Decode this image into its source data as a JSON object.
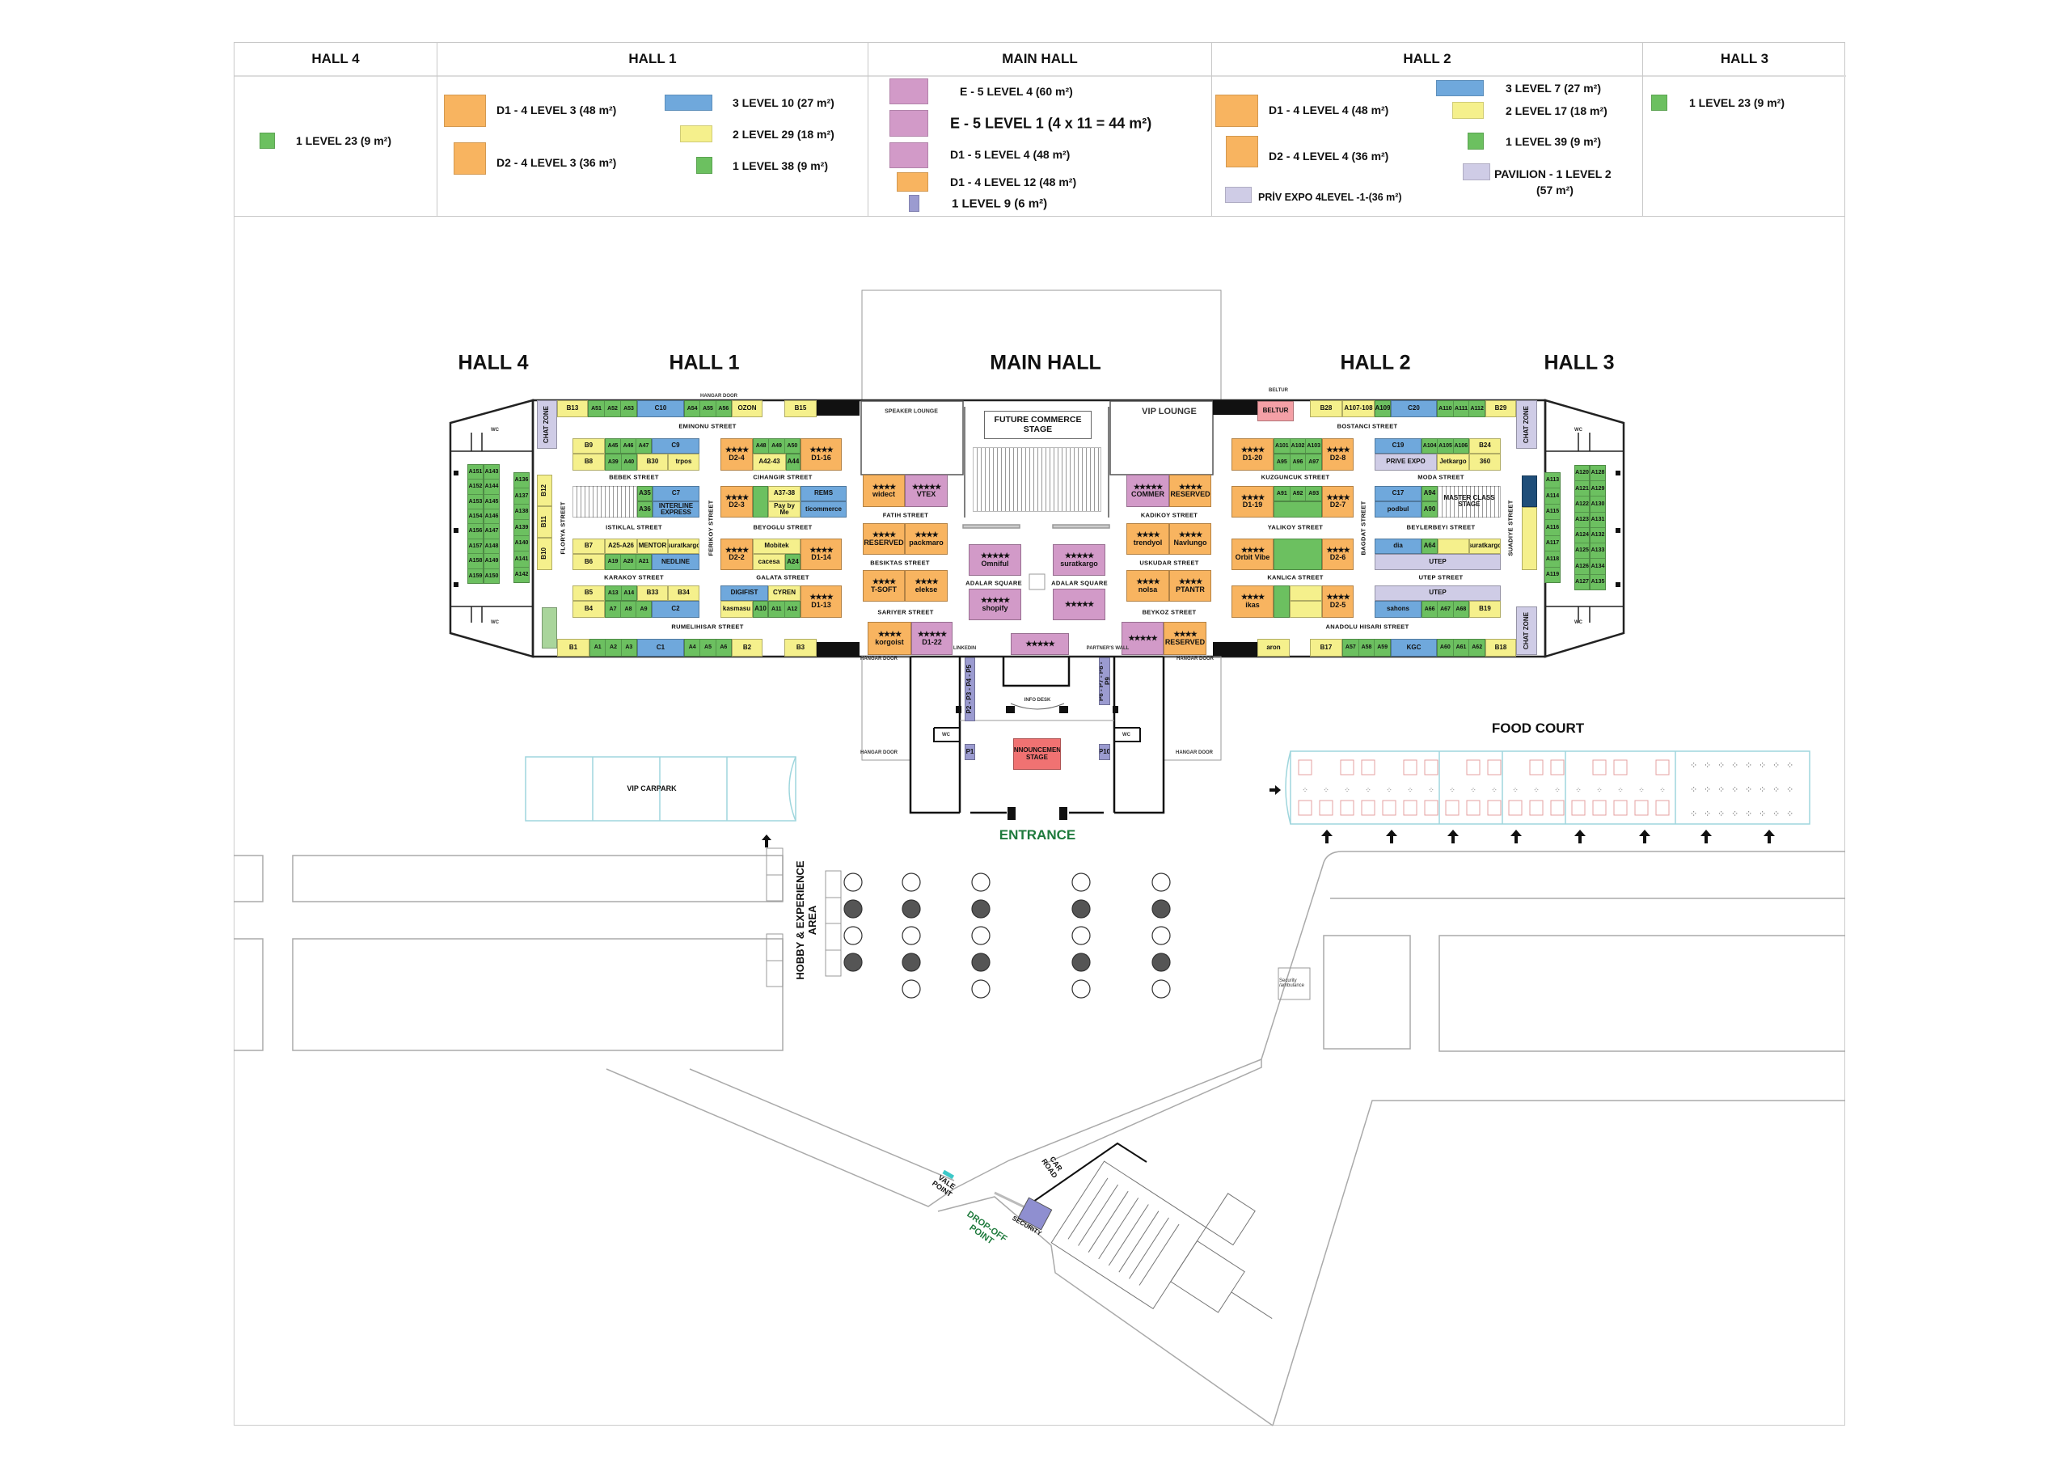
{
  "legend": {
    "columns": [
      {
        "title": "HALL 4",
        "items": [
          {
            "text": "1 LEVEL  23  (9 m²)",
            "color": "#6cc060"
          }
        ]
      },
      {
        "title": "HALL 1",
        "items": [
          {
            "text": "D1 - 4 LEVEL  3  (48 m²)",
            "color": "#f8b460"
          },
          {
            "text": "D2 - 4 LEVEL  3  (36 m²)",
            "color": "#f8b460"
          },
          {
            "text": "3 LEVEL  10  (27 m²)",
            "color": "#6fa8dc"
          },
          {
            "text": "2 LEVEL  29  (18 m²)",
            "color": "#f5f08c"
          },
          {
            "text": "1 LEVEL  38  (9 m²)",
            "color": "#6cc060"
          }
        ]
      },
      {
        "title": "MAIN HALL",
        "items": [
          {
            "text": "E - 5 LEVEL  4   (60 m²)",
            "color": "#d29ac8"
          },
          {
            "text": "E - 5 LEVEL    1    (4 x 11 = 44 m²)",
            "color": "#d29ac8"
          },
          {
            "text": "D1 - 5 LEVEL  4  (48 m²)",
            "color": "#d29ac8"
          },
          {
            "text": "D1 - 4 LEVEL  12  (48 m²)",
            "color": "#f8b460"
          },
          {
            "text": "1 LEVEL    9 (6 m²)",
            "color": "#9b9bd0"
          }
        ]
      },
      {
        "title": "HALL 2",
        "items": [
          {
            "text": "D1 - 4 LEVEL  4  (48 m²)",
            "color": "#f8b460"
          },
          {
            "text": "D2 - 4 LEVEL  4  (36 m²)",
            "color": "#f8b460"
          },
          {
            "text": "PRİV EXPO 4LEVEL -1-(36 m²)",
            "color": "#cfcce6"
          },
          {
            "text": "3 LEVEL  7  (27 m²)",
            "color": "#6fa8dc"
          },
          {
            "text": "2 LEVEL  17  (18 m²)",
            "color": "#f5f08c"
          },
          {
            "text": "1 LEVEL 39  (9 m²)",
            "color": "#6cc060"
          },
          {
            "text": "PAVILION - 1 LEVEL 2",
            "text2": "(57 m²)",
            "color": "#cfcce6"
          }
        ]
      },
      {
        "title": "HALL 3",
        "items": [
          {
            "text": "1 LEVEL 23  (9 m²)",
            "color": "#6cc060"
          }
        ]
      }
    ]
  },
  "map": {
    "hall_titles": {
      "hall4": "HALL 4",
      "hall1": "HALL 1",
      "main": "MAIN HALL",
      "hall2": "HALL 2",
      "hall3": "HALL 3"
    },
    "colors": {
      "orange": "#f8b460",
      "blue": "#6fa8dc",
      "yellow": "#f5f08c",
      "green": "#6cc060",
      "purple": "#d29ac8",
      "lavender": "#cfcce6",
      "pblue": "#9b9bd0",
      "pink": "#f4a0a6",
      "red": "#f07272",
      "sage": "#a9d59b",
      "navy": "#1f4e79",
      "white": "#ffffff",
      "seating": "#ffffff",
      "entrance_green": "#1e7a3c",
      "walkway_teal": "#9fd6dd"
    },
    "booths": {
      "hall1": [
        {
          "label": "B13",
          "color": "yellow"
        },
        {
          "labels": [
            "A51",
            "A52",
            "A53"
          ],
          "color": "green"
        },
        {
          "label": "C10",
          "color": "blue"
        },
        {
          "labels": [
            "A54",
            "A55",
            "A56"
          ],
          "color": "green"
        },
        {
          "label": "OZON",
          "color": "yellow"
        },
        {
          "label": "B15",
          "color": "yellow"
        },
        {
          "label": "CHAT ZONE",
          "color": "lavender"
        },
        {
          "label": "B9",
          "color": "yellow"
        },
        {
          "labels": [
            "A45",
            "A46",
            "A47"
          ],
          "color": "green"
        },
        {
          "label": "C9",
          "color": "blue"
        },
        {
          "label": "B8",
          "color": "yellow"
        },
        {
          "labels": [
            "A39",
            "A40"
          ],
          "color": "green"
        },
        {
          "label": "B30",
          "color": "yellow"
        },
        {
          "label": "trpos",
          "color": "yellow"
        },
        {
          "label": "D2-4",
          "color": "orange",
          "stars": 4
        },
        {
          "labels": [
            "A48",
            "A49",
            "A50"
          ],
          "color": "green"
        },
        {
          "label": "A42-43",
          "color": "yellow"
        },
        {
          "label": "A44",
          "color": "green"
        },
        {
          "label": "D1-16",
          "color": "orange",
          "stars": 4
        },
        {
          "label": "",
          "color": "seating"
        },
        {
          "label": "A35",
          "color": "green"
        },
        {
          "label": "A36",
          "color": "green"
        },
        {
          "label": "C7",
          "color": "blue"
        },
        {
          "label": "INTERLINE EXPRESS",
          "color": "blue"
        },
        {
          "label": "D2-3",
          "color": "orange",
          "stars": 4
        },
        {
          "label": "",
          "color": "green"
        },
        {
          "label": "A37-38",
          "color": "yellow"
        },
        {
          "label": "Pay by Me",
          "color": "yellow"
        },
        {
          "label": "REMS",
          "color": "blue"
        },
        {
          "label": "ticommerce",
          "color": "blue"
        },
        {
          "label": "B7",
          "color": "yellow"
        },
        {
          "label": "A25-A26",
          "color": "yellow"
        },
        {
          "label": "MENTOR",
          "color": "yellow"
        },
        {
          "label": "suratkargo",
          "color": "yellow"
        },
        {
          "label": "B6",
          "color": "yellow"
        },
        {
          "labels": [
            "A19",
            "A20",
            "A21"
          ],
          "color": "green"
        },
        {
          "label": "NEDLINE",
          "color": "blue"
        },
        {
          "label": "D2-2",
          "color": "orange",
          "stars": 4
        },
        {
          "label": "Mobitek",
          "color": "yellow"
        },
        {
          "label": "cacesa",
          "color": "yellow"
        },
        {
          "label": "A24",
          "color": "green"
        },
        {
          "label": "D1-14",
          "color": "orange",
          "stars": 4
        },
        {
          "label": "B5",
          "color": "yellow"
        },
        {
          "labels": [
            "A13",
            "A14"
          ],
          "color": "green"
        },
        {
          "label": "B33",
          "color": "yellow"
        },
        {
          "label": "B34",
          "color": "yellow"
        },
        {
          "label": "B4",
          "color": "yellow"
        },
        {
          "labels": [
            "A7",
            "A8",
            "A9"
          ],
          "color": "green"
        },
        {
          "label": "C2",
          "color": "blue"
        },
        {
          "label": "DIGIFIST",
          "color": "blue"
        },
        {
          "label": "CYREN",
          "color": "yellow"
        },
        {
          "label": "kasmasu",
          "color": "yellow"
        },
        {
          "label": "A10",
          "color": "green"
        },
        {
          "labels": [
            "A11",
            "A12"
          ],
          "color": "green"
        },
        {
          "label": "D1-13",
          "color": "orange",
          "stars": 4
        },
        {
          "label": "B1",
          "color": "yellow"
        },
        {
          "labels": [
            "A1",
            "A2",
            "A3"
          ],
          "color": "green"
        },
        {
          "label": "C1",
          "color": "blue"
        },
        {
          "labels": [
            "A4",
            "A5",
            "A6"
          ],
          "color": "green"
        },
        {
          "label": "B2",
          "color": "yellow"
        },
        {
          "label": "B3",
          "color": "yellow"
        },
        {
          "label": "B12",
          "color": "yellow"
        },
        {
          "label": "B11",
          "color": "yellow"
        },
        {
          "label": "B10",
          "color": "yellow"
        },
        {
          "label": "",
          "color": "sage"
        }
      ],
      "hall4": [
        {
          "labels": [
            "A151",
            "A152",
            "A153",
            "A154",
            "A156",
            "A157",
            "A158",
            "A159"
          ],
          "color": "green"
        },
        {
          "labels": [
            "A143",
            "A144",
            "A145",
            "A146",
            "A147",
            "A148",
            "A149",
            "A150"
          ],
          "color": "green"
        },
        {
          "labels": [
            "A136",
            "A137",
            "A138",
            "A139",
            "A140",
            "A141",
            "A142"
          ],
          "color": "green"
        }
      ],
      "main": [
        {
          "label": "widect",
          "color": "orange",
          "stars": 4
        },
        {
          "label": "VTEX",
          "color": "purple",
          "stars": 5
        },
        {
          "label": "RESERVED",
          "color": "orange",
          "stars": 4
        },
        {
          "label": "packmaro",
          "color": "orange",
          "stars": 4
        },
        {
          "label": "T-SOFT",
          "color": "orange",
          "stars": 4
        },
        {
          "label": "elekse",
          "color": "orange",
          "stars": 4
        },
        {
          "label": "korgoist",
          "color": "orange",
          "stars": 4
        },
        {
          "label": "D1-22",
          "color": "purple",
          "stars": 5
        },
        {
          "label": "Omniful",
          "color": "purple",
          "stars": 5
        },
        {
          "label": "suratkargo",
          "color": "purple",
          "stars": 5
        },
        {
          "label": "shopify",
          "color": "purple",
          "stars": 5
        },
        {
          "label": "",
          "color": "purple",
          "stars": 5
        },
        {
          "label": "",
          "color": "purple",
          "stars": 5
        },
        {
          "label": "COMMER",
          "color": "purple",
          "stars": 5
        },
        {
          "label": "RESERVED",
          "color": "orange",
          "stars": 4
        },
        {
          "label": "trendyol",
          "color": "orange",
          "stars": 4
        },
        {
          "label": "Navlungo",
          "color": "orange",
          "stars": 4
        },
        {
          "label": "nolsa",
          "color": "orange",
          "stars": 4
        },
        {
          "label": "PTANTR",
          "color": "orange",
          "stars": 4
        },
        {
          "label": "",
          "color": "purple",
          "stars": 5
        },
        {
          "label": "RESERVED",
          "color": "orange",
          "stars": 4
        },
        {
          "label": "P2 - P3 - P4 - P5",
          "color": "pblue"
        },
        {
          "label": "P6 - P7 - P8 - P9",
          "color": "pblue"
        },
        {
          "label": "P1",
          "color": "pblue"
        },
        {
          "label": "P10",
          "color": "pblue"
        },
        {
          "label": "ANNOUNCEMENT STAGE",
          "color": "red"
        }
      ],
      "hall2": [
        {
          "label": "BELTUR",
          "color": "pink"
        },
        {
          "label": "B28",
          "color": "yellow"
        },
        {
          "label": "A107-108",
          "color": "yellow"
        },
        {
          "label": "A109",
          "color": "green"
        },
        {
          "label": "C20",
          "color": "blue"
        },
        {
          "labels": [
            "A110",
            "A111",
            "A112"
          ],
          "color": "green"
        },
        {
          "label": "B29",
          "color": "yellow"
        },
        {
          "label": "CHAT ZONE",
          "color": "lavender"
        },
        {
          "label": "D1-20",
          "color": "orange",
          "stars": 4
        },
        {
          "labels": [
            "A101",
            "A102",
            "A103"
          ],
          "color": "green"
        },
        {
          "labels": [
            "A95",
            "A96",
            "A97"
          ],
          "color": "green"
        },
        {
          "label": "D2-8",
          "color": "orange",
          "stars": 4
        },
        {
          "label": "C19",
          "color": "blue"
        },
        {
          "labels": [
            "A104",
            "A105",
            "A106"
          ],
          "color": "green"
        },
        {
          "label": "B24",
          "color": "yellow"
        },
        {
          "label": "PRIVE EXPO",
          "color": "lavender"
        },
        {
          "label": "Jetkargo",
          "color": "yellow"
        },
        {
          "label": "360",
          "color": "yellow"
        },
        {
          "label": "D1-19",
          "color": "orange",
          "stars": 4
        },
        {
          "labels": [
            "A91",
            "A92",
            "A93"
          ],
          "color": "green"
        },
        {
          "label": "",
          "color": "green"
        },
        {
          "label": "D2-7",
          "color": "orange",
          "stars": 4
        },
        {
          "label": "C17",
          "color": "blue"
        },
        {
          "label": "podbul",
          "color": "blue"
        },
        {
          "label": "A94",
          "color": "green"
        },
        {
          "label": "A90",
          "color": "green"
        },
        {
          "label": "MASTER CLASS STAGE",
          "color": "seating"
        },
        {
          "label": "Orbit Vibe",
          "color": "orange",
          "stars": 4
        },
        {
          "label": "",
          "color": "green"
        },
        {
          "label": "D2-6",
          "color": "orange",
          "stars": 4
        },
        {
          "label": "dia",
          "color": "blue"
        },
        {
          "label": "A64",
          "color": "green"
        },
        {
          "label": "",
          "color": "yellow"
        },
        {
          "label": "suratkargo",
          "color": "yellow"
        },
        {
          "label": "UTEP",
          "color": "lavender"
        },
        {
          "label": "ikas",
          "color": "orange",
          "stars": 4
        },
        {
          "label": "",
          "color": "green"
        },
        {
          "label": "",
          "color": "yellow"
        },
        {
          "label": "",
          "color": "yellow"
        },
        {
          "label": "D2-5",
          "color": "orange",
          "stars": 4
        },
        {
          "label": "UTEP",
          "color": "lavender"
        },
        {
          "label": "sahons",
          "color": "blue"
        },
        {
          "labels": [
            "A66",
            "A67",
            "A68"
          ],
          "color": "green"
        },
        {
          "label": "B19",
          "color": "yellow"
        },
        {
          "label": "aron",
          "color": "yellow"
        },
        {
          "label": "B17",
          "color": "yellow"
        },
        {
          "labels": [
            "A57",
            "A58",
            "A59"
          ],
          "color": "green"
        },
        {
          "label": "KGC",
          "color": "blue"
        },
        {
          "labels": [
            "A60",
            "A61",
            "A62"
          ],
          "color": "green"
        },
        {
          "label": "B18",
          "color": "yellow"
        },
        {
          "label": "CHAT ZONE",
          "color": "lavender"
        },
        {
          "label": "",
          "color": "navy"
        },
        {
          "label": "",
          "color": "yellow"
        }
      ],
      "hall3": [
        {
          "labels": [
            "A113",
            "A114",
            "A115",
            "A116",
            "A117",
            "A118",
            "A119"
          ],
          "color": "green"
        },
        {
          "labels": [
            "A120",
            "A121",
            "A122",
            "A123",
            "A124",
            "A125",
            "A126",
            "A127"
          ],
          "color": "green"
        },
        {
          "labels": [
            "A128",
            "A129",
            "A130",
            "A131",
            "A132",
            "A133",
            "A134",
            "A135"
          ],
          "color": "green"
        }
      ]
    },
    "streets": [
      "EMINONU STREET",
      "BEBEK STREET",
      "CIHANGIR STREET",
      "ISTIKLAL STREET",
      "BEYOGLU STREET",
      "KARAKOY STREET",
      "GALATA STREET",
      "RUMELIHISAR STREET",
      "FLORYA STREET",
      "FERIKOY STREET",
      "FATIH STREET",
      "BESIKTAS STREET",
      "SARIYER STREET",
      "ADALAR SQUARE",
      "ADALAR SQUARE",
      "KADIKOY STREET",
      "USKUDAR STREET",
      "BEYKOZ STREET",
      "BOSTANCI STREET",
      "KUZGUNCUK STREET",
      "MODA STREET",
      "YALIKOY STREET",
      "BEYLERBEYI STREET",
      "KANLICA STREET",
      "UTEP STREET",
      "ANADOLU HISARI STREET",
      "BAGDAT STREET",
      "SUADIYE STREET"
    ],
    "small_labels": [
      "HANGAR DOOR",
      "HANGAR DOOR",
      "HANGAR DOOR",
      "HANGAR DOOR",
      "HANGAR DOOR",
      "WC",
      "WC",
      "WC",
      "WC",
      "WC",
      "WC",
      "INFO DESK",
      "LINKEDIN",
      "PARTNER'S WALL",
      "BELTUR",
      "SPEAKER LOUNGE",
      "VIP LOUNGE",
      "Security /ambulance"
    ],
    "stage_title": "FUTURE COMMERCE STAGE",
    "entrance": "ENTRANCE",
    "food_court": "FOOD COURT",
    "vip_carpark": "VIP CARPARK",
    "hobby_area": "HOBBY & EXPERIENCE AREA",
    "vale_point": "VALE POINT",
    "drop_off_point": "DROP-OFF POINT",
    "car_road": "CAR ROAD",
    "security": "SECURITY"
  }
}
